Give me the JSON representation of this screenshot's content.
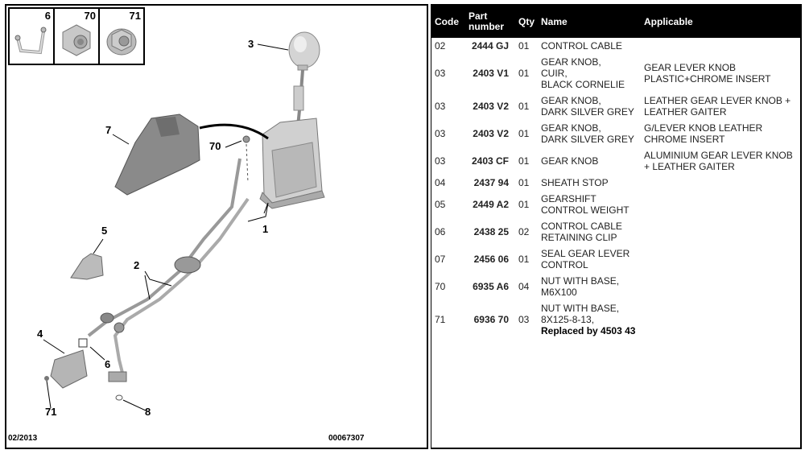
{
  "diagram": {
    "thumbnails": [
      {
        "number": "6",
        "icon": "clip-icon"
      },
      {
        "number": "70",
        "icon": "nut-icon"
      },
      {
        "number": "71",
        "icon": "flange-nut-icon"
      }
    ],
    "callouts": {
      "c1": "1",
      "c2": "2",
      "c3": "3",
      "c4": "4",
      "c5": "5",
      "c6": "6",
      "c7": "7",
      "c8": "8",
      "c70": "70",
      "c71": "71"
    },
    "footer_date": "02/2013",
    "footer_ref": "00067307"
  },
  "table": {
    "headers": {
      "code": "Code",
      "part_number_1": "Part",
      "part_number_2": "number",
      "qty": "Qty",
      "name": "Name",
      "applicable": "Applicable"
    },
    "rows": [
      {
        "code": "02",
        "part_number": "2444 GJ",
        "qty": "01",
        "name": [
          "CONTROL CABLE"
        ],
        "applicable": ""
      },
      {
        "code": "03",
        "part_number": "2403 V1",
        "qty": "01",
        "name": [
          "GEAR KNOB,",
          "CUIR,",
          "BLACK CORNELIE"
        ],
        "applicable": "GEAR LEVER KNOB PLASTIC+CHROME INSERT"
      },
      {
        "code": "03",
        "part_number": "2403 V2",
        "qty": "01",
        "name": [
          "GEAR KNOB,",
          "DARK SILVER GREY"
        ],
        "applicable": "LEATHER GEAR LEVER KNOB + LEATHER GAITER"
      },
      {
        "code": "03",
        "part_number": "2403 V2",
        "qty": "01",
        "name": [
          "GEAR KNOB,",
          "DARK SILVER GREY"
        ],
        "applicable": "G/LEVER KNOB LEATHER CHROME INSERT"
      },
      {
        "code": "03",
        "part_number": "2403 CF",
        "qty": "01",
        "name": [
          "GEAR KNOB"
        ],
        "applicable": "ALUMINIUM GEAR LEVER KNOB + LEATHER GAITER"
      },
      {
        "code": "04",
        "part_number": "2437 94",
        "qty": "01",
        "name": [
          "SHEATH STOP"
        ],
        "applicable": ""
      },
      {
        "code": "05",
        "part_number": "2449 A2",
        "qty": "01",
        "name": [
          "GEARSHIFT",
          "CONTROL WEIGHT"
        ],
        "applicable": ""
      },
      {
        "code": "06",
        "part_number": "2438 25",
        "qty": "02",
        "name": [
          "CONTROL CABLE",
          "RETAINING CLIP"
        ],
        "applicable": ""
      },
      {
        "code": "07",
        "part_number": "2456 06",
        "qty": "01",
        "name": [
          "SEAL GEAR LEVER",
          "CONTROL"
        ],
        "applicable": ""
      },
      {
        "code": "70",
        "part_number": "6935 A6",
        "qty": "04",
        "name": [
          "NUT WITH BASE,",
          "M6X100"
        ],
        "applicable": ""
      },
      {
        "code": "71",
        "part_number": "6936 70",
        "qty": "03",
        "name": [
          "NUT WITH BASE,",
          "8X125-8-13,"
        ],
        "replaced_by": "Replaced by 4503 43",
        "applicable": ""
      }
    ]
  }
}
